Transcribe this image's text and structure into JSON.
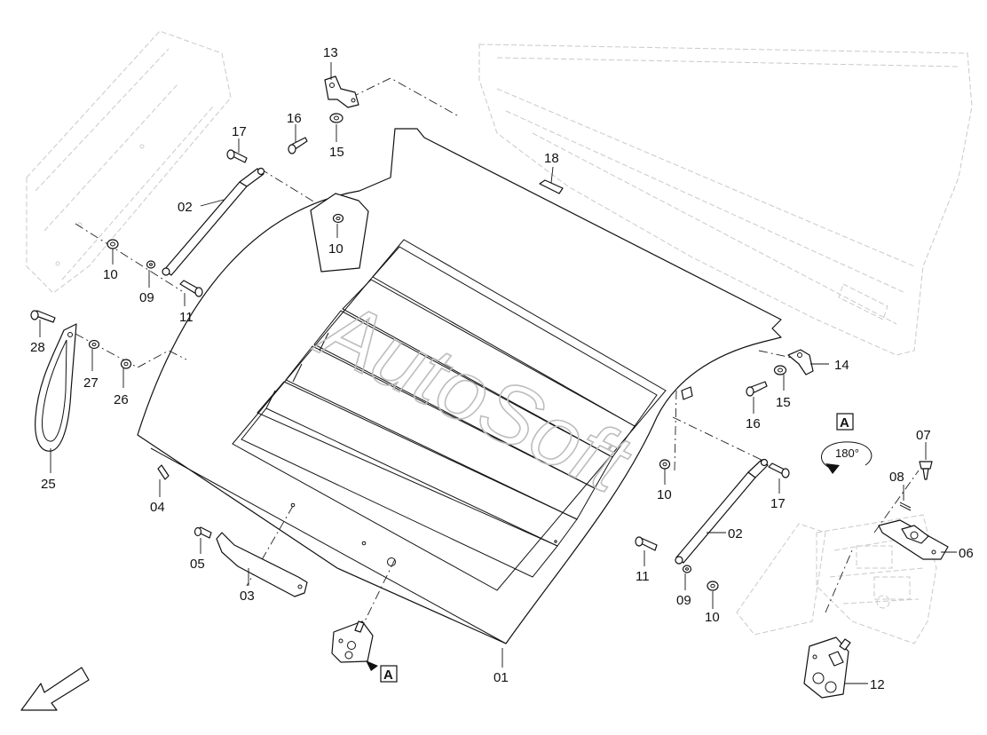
{
  "watermark": "AutoSoft",
  "rotation": "180°",
  "view_marker": "A",
  "callouts": {
    "p01": "01",
    "p02a": "02",
    "p02b": "02",
    "p03": "03",
    "p04": "04",
    "p05": "05",
    "p06": "06",
    "p07": "07",
    "p08": "08",
    "p09a": "09",
    "p09b": "09",
    "p10a": "10",
    "p10b": "10",
    "p10c": "10",
    "p10d": "10",
    "p11a": "11",
    "p11b": "11",
    "p12": "12",
    "p13": "13",
    "p14": "14",
    "p15a": "15",
    "p15b": "15",
    "p16a": "16",
    "p16b": "16",
    "p17a": "17",
    "p17b": "17",
    "p18": "18",
    "p25": "25",
    "p26": "26",
    "p27": "27",
    "p28": "28"
  }
}
